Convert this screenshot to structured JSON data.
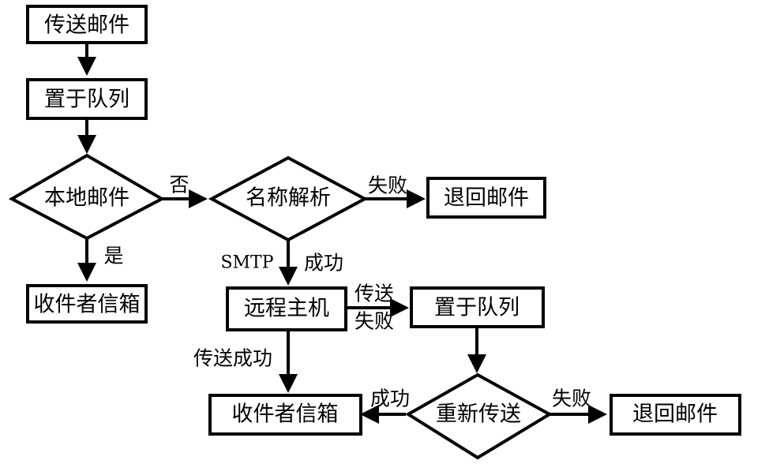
{
  "nodes": {
    "send_mail": "传送邮件",
    "queue_1": "置于队列",
    "local_mail": "本地邮件",
    "inbox_1": "收件者信箱",
    "name_resolution": "名称解析",
    "return_mail_1": "退回邮件",
    "remote_host": "远程主机",
    "queue_2": "置于队列",
    "inbox_2": "收件者信箱",
    "resend": "重新传送",
    "return_mail_2": "退回邮件"
  },
  "edges": {
    "local_no": "否",
    "local_yes": "是",
    "resolve_fail": "失败",
    "smtp": "SMTP",
    "resolve_success": "成功",
    "remote_send": "传送",
    "remote_fail": "失败",
    "remote_send_success": "传送成功",
    "resend_success": "成功",
    "resend_fail": "失败"
  }
}
